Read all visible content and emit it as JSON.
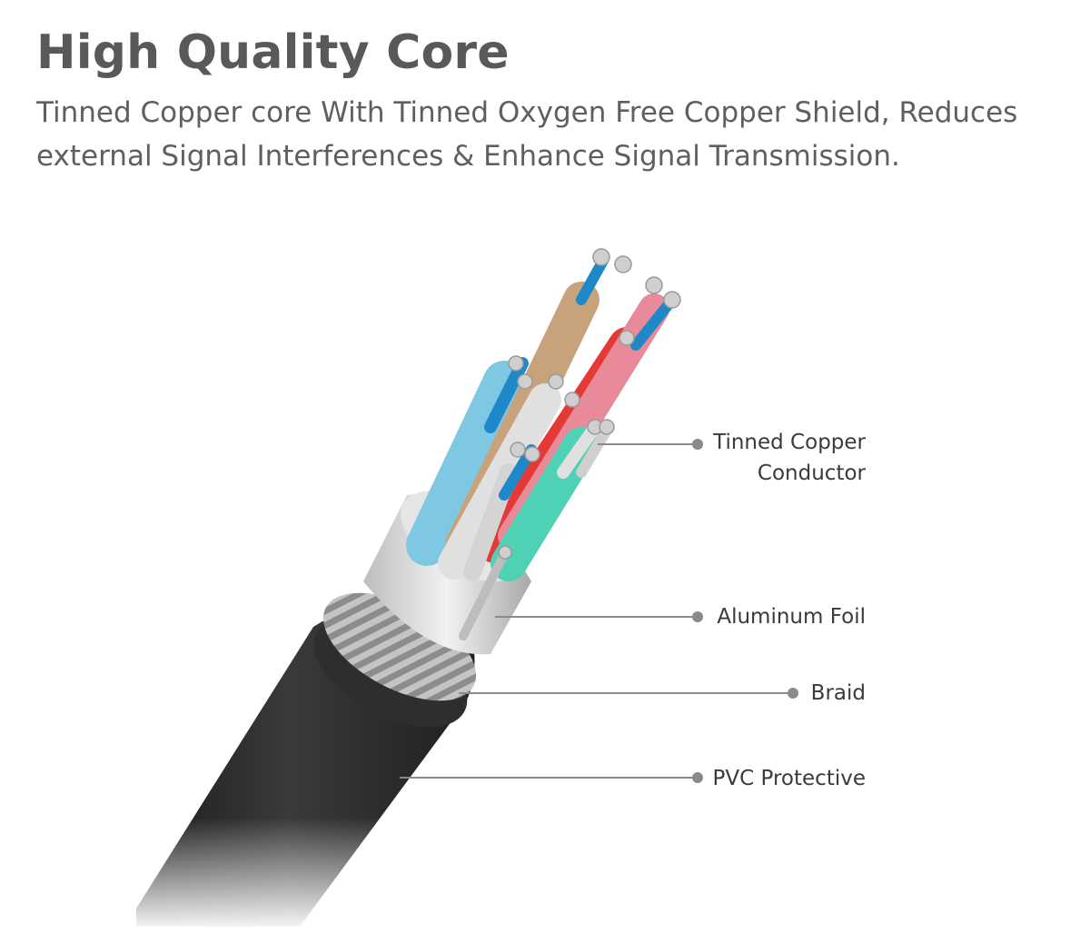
{
  "header": {
    "title": "High Quality Core",
    "description_line1": "Tinned Copper core With Tinned Oxygen Free Copper Shield, Reduces",
    "description_line2": "external Signal Interferences & Enhance Signal Transmission."
  },
  "callouts": [
    {
      "line1": "Tinned Copper",
      "line2": "Conductor"
    },
    {
      "line1": "Aluminum Foil"
    },
    {
      "line1": "Braid"
    },
    {
      "line1": "PVC Protective"
    }
  ],
  "colors": {
    "jacket": "#2b2b2b",
    "braid": "#9e9e9e",
    "foil": "#d9d9d9",
    "wire_blue": "#1e88c8",
    "wire_red": "#e53935",
    "wire_pink": "#e88a9a",
    "wire_teal": "#4fd1b5",
    "wire_gold": "#c8a27a",
    "wire_lightblue": "#7ec8e3",
    "copper": "#c9c9c9",
    "callout_line": "#8a8a8a"
  }
}
